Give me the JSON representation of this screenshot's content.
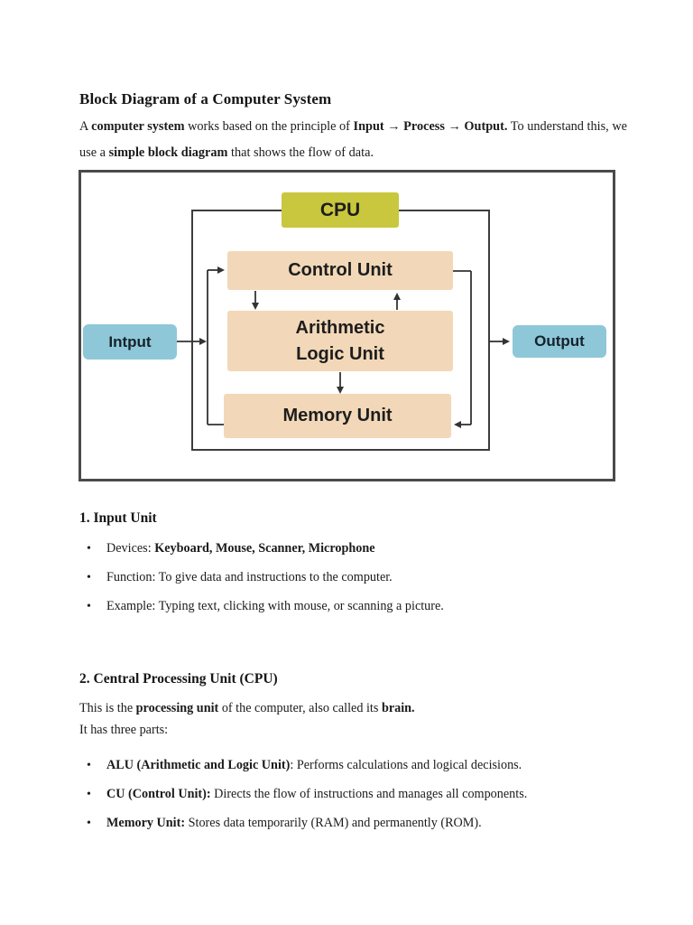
{
  "title": "Block Diagram of a Computer System",
  "intro_lines": [
    [
      {
        "t": "A "
      },
      {
        "t": "computer system",
        "b": true
      },
      {
        "t": " works based on the principle of "
      },
      {
        "t": "Input → Process → Output.",
        "b": true
      },
      {
        "t": " To understand this, we"
      }
    ],
    [
      {
        "t": "use a "
      },
      {
        "t": "simple block diagram",
        "b": true
      },
      {
        "t": " that shows the flow of data."
      }
    ]
  ],
  "diagram": {
    "cpu_label": "CPU",
    "control_label": "Control Unit",
    "alu_label_line1": "Arithmetic",
    "alu_label_line2": "Logic Unit",
    "memory_label": "Memory Unit",
    "input_label": "Intput",
    "output_label": "Output",
    "colors": {
      "cpu_fill": "#c9c73d",
      "unit_fill": "#f2d8b8",
      "io_fill": "#8ec8d8",
      "frame": "#4a4a4a",
      "arrow": "#333333"
    }
  },
  "section1": {
    "heading": "1. Input Unit",
    "bullets": [
      [
        {
          "t": "Devices: "
        },
        {
          "t": "Keyboard, Mouse, Scanner, Microphone",
          "b": true
        }
      ],
      [
        {
          "t": "Function: To give data and instructions to the computer."
        }
      ],
      [
        {
          "t": "Example: Typing text, clicking with mouse, or scanning a picture."
        }
      ]
    ]
  },
  "section2": {
    "heading": "2. Central Processing Unit (CPU)",
    "paragraph_lines": [
      [
        {
          "t": "This is the "
        },
        {
          "t": "processing unit",
          "b": true
        },
        {
          "t": " of the computer, also called its "
        },
        {
          "t": "brain.",
          "b": true
        }
      ],
      [
        {
          "t": "It has three parts:"
        }
      ]
    ],
    "bullets": [
      [
        {
          "t": "ALU (Arithmetic and Logic Unit)",
          "b": true
        },
        {
          "t": ": Performs calculations and logical decisions."
        }
      ],
      [
        {
          "t": "CU (Control Unit):",
          "b": true
        },
        {
          "t": " Directs the flow of instructions and manages all components."
        }
      ],
      [
        {
          "t": "Memory Unit:",
          "b": true
        },
        {
          "t": " Stores data temporarily (RAM) and permanently (ROM)."
        }
      ]
    ]
  }
}
